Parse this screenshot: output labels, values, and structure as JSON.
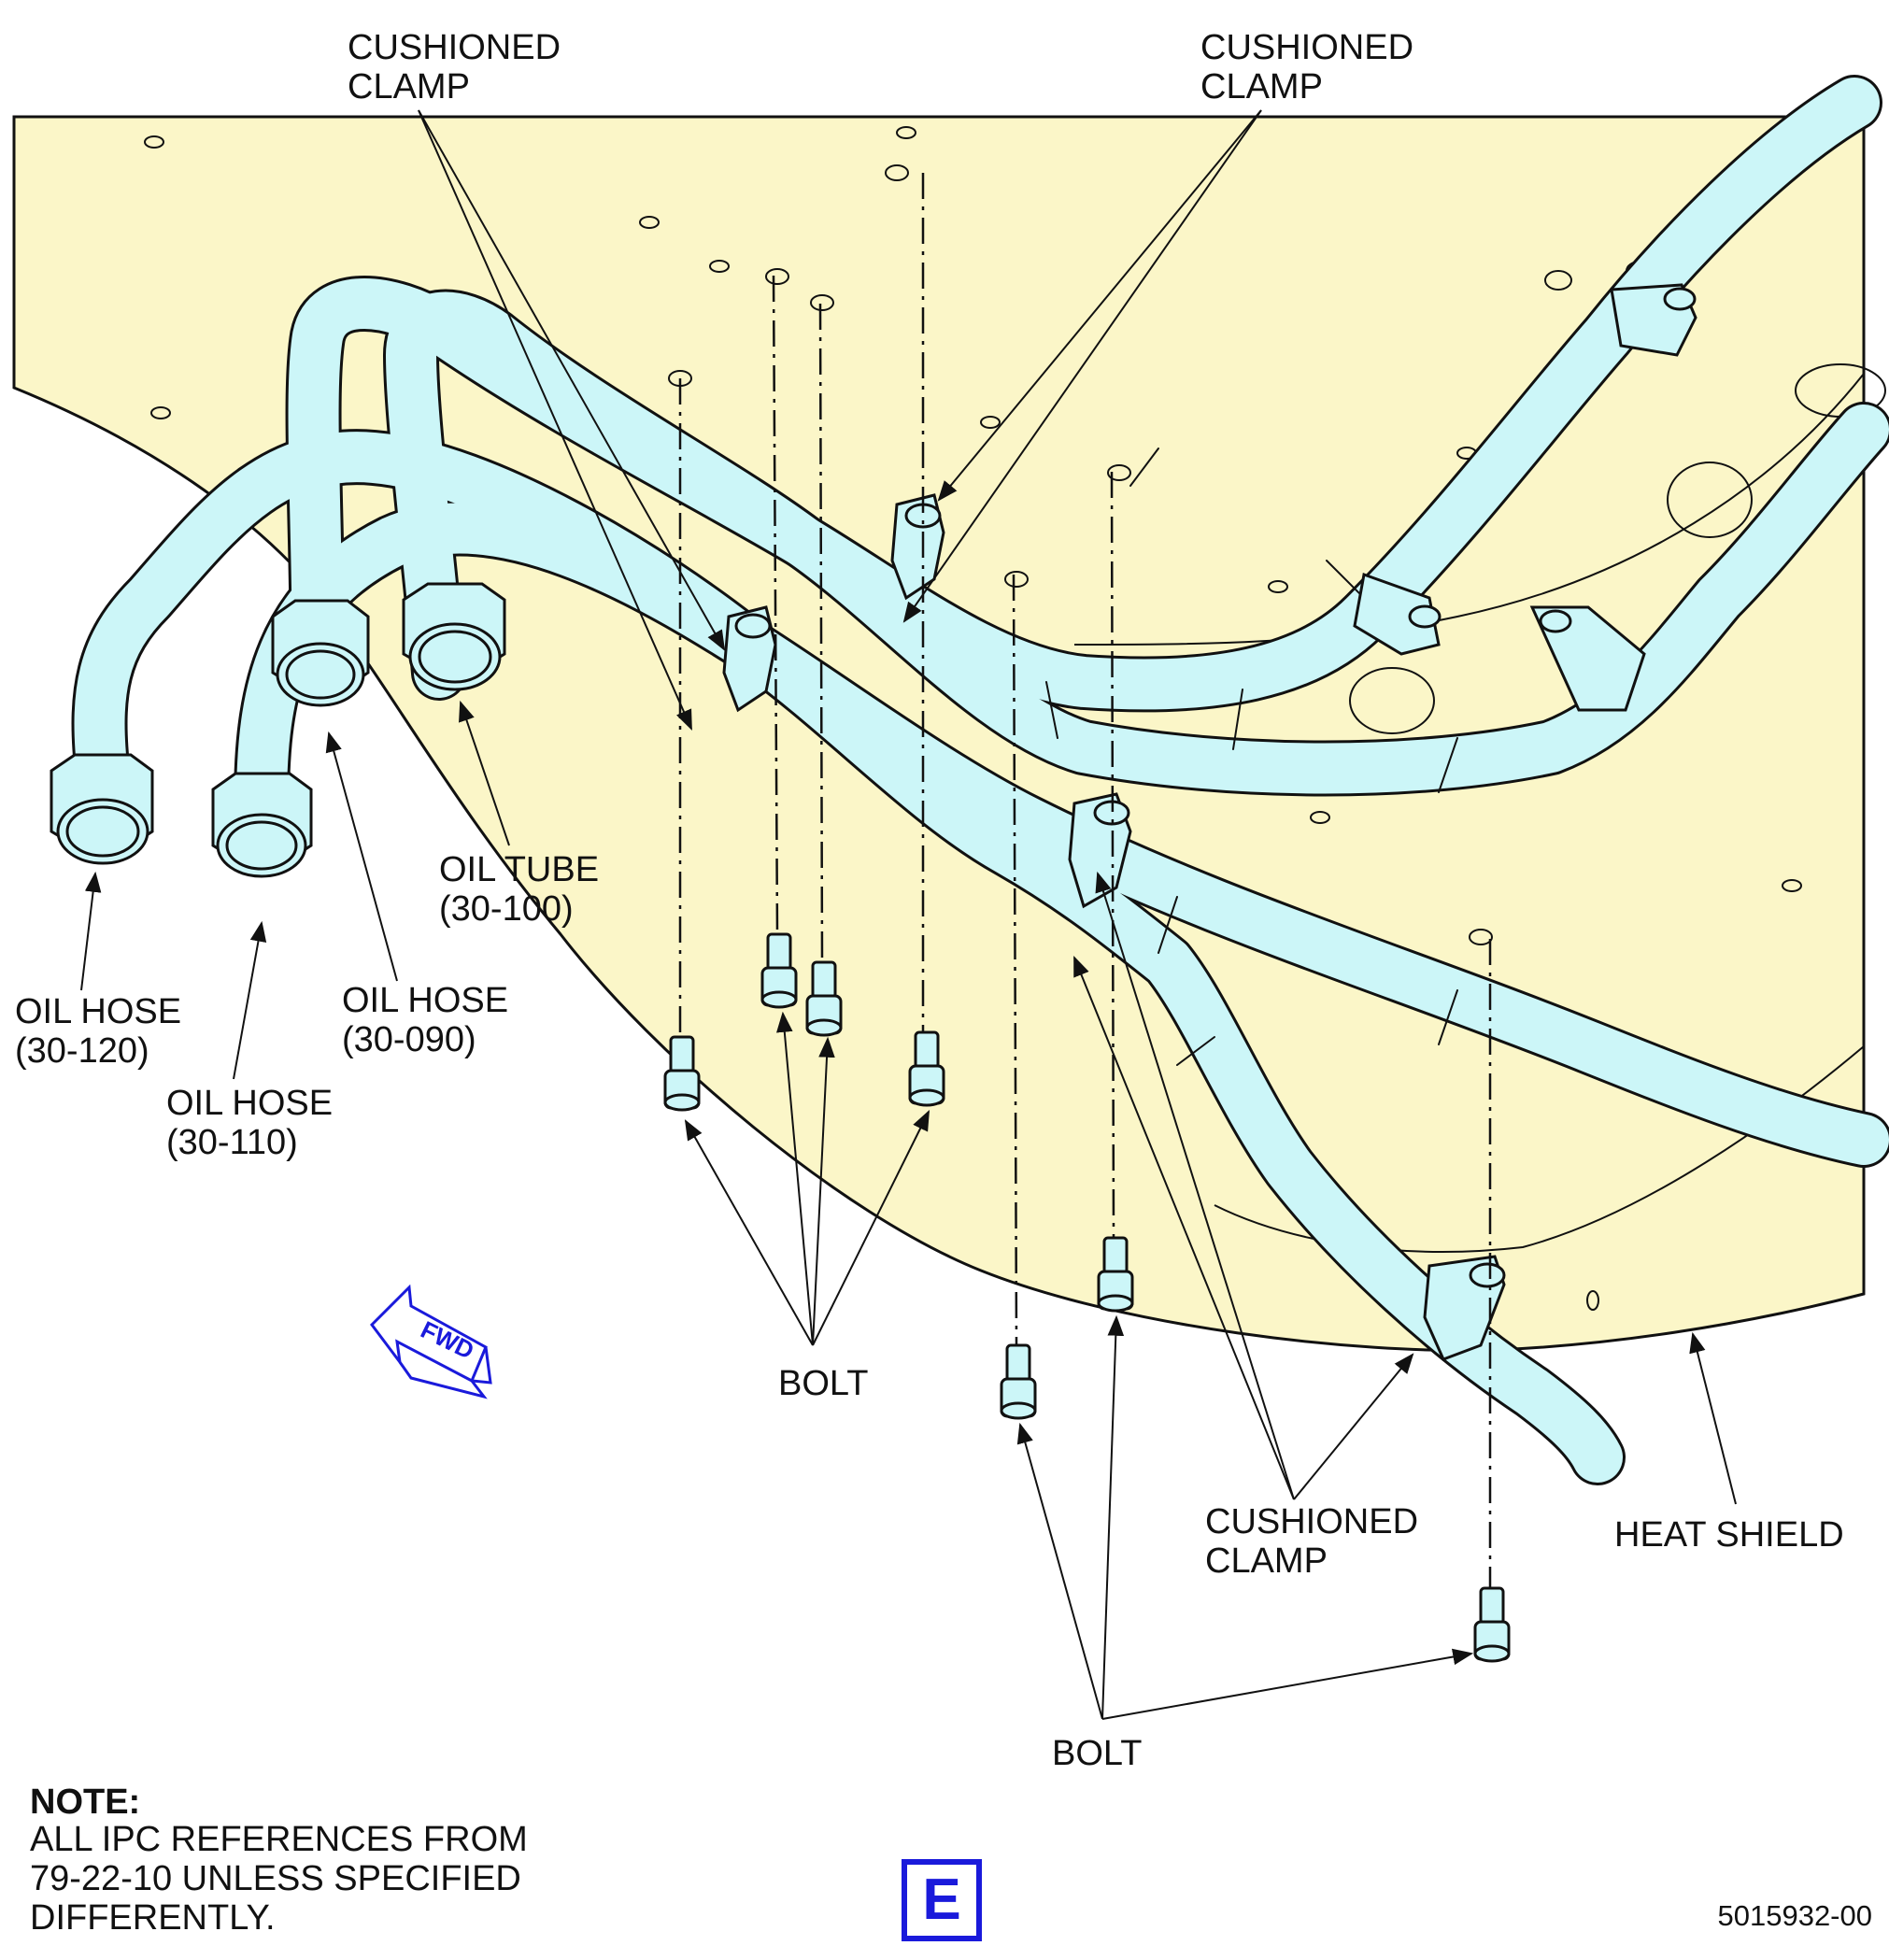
{
  "labels": {
    "cushioned_clamp_top_left": "CUSHIONED\nCLAMP",
    "cushioned_clamp_top_right": "CUSHIONED\nCLAMP",
    "cushioned_clamp_bottom": "CUSHIONED\nCLAMP",
    "oil_tube": "OIL TUBE\n(30-100)",
    "oil_hose_090": "OIL HOSE\n(30-090)",
    "oil_hose_120": "OIL HOSE\n(30-120)",
    "oil_hose_110": "OIL HOSE\n(30-110)",
    "bolt_upper": "BOLT",
    "bolt_lower": "BOLT",
    "heat_shield": "HEAT SHIELD",
    "fwd": "FWD"
  },
  "note": {
    "heading": "NOTE:",
    "text": "ALL IPC REFERENCES FROM\n79-22-10 UNLESS SPECIFIED\nDIFFERENTLY."
  },
  "view_letter": "E",
  "figure_id": "5015932-00",
  "colors": {
    "heat_shield": "#fbf6c8",
    "tubing": "#ccf6f8",
    "line": "#111111",
    "accent_blue": "#1a1adb"
  }
}
